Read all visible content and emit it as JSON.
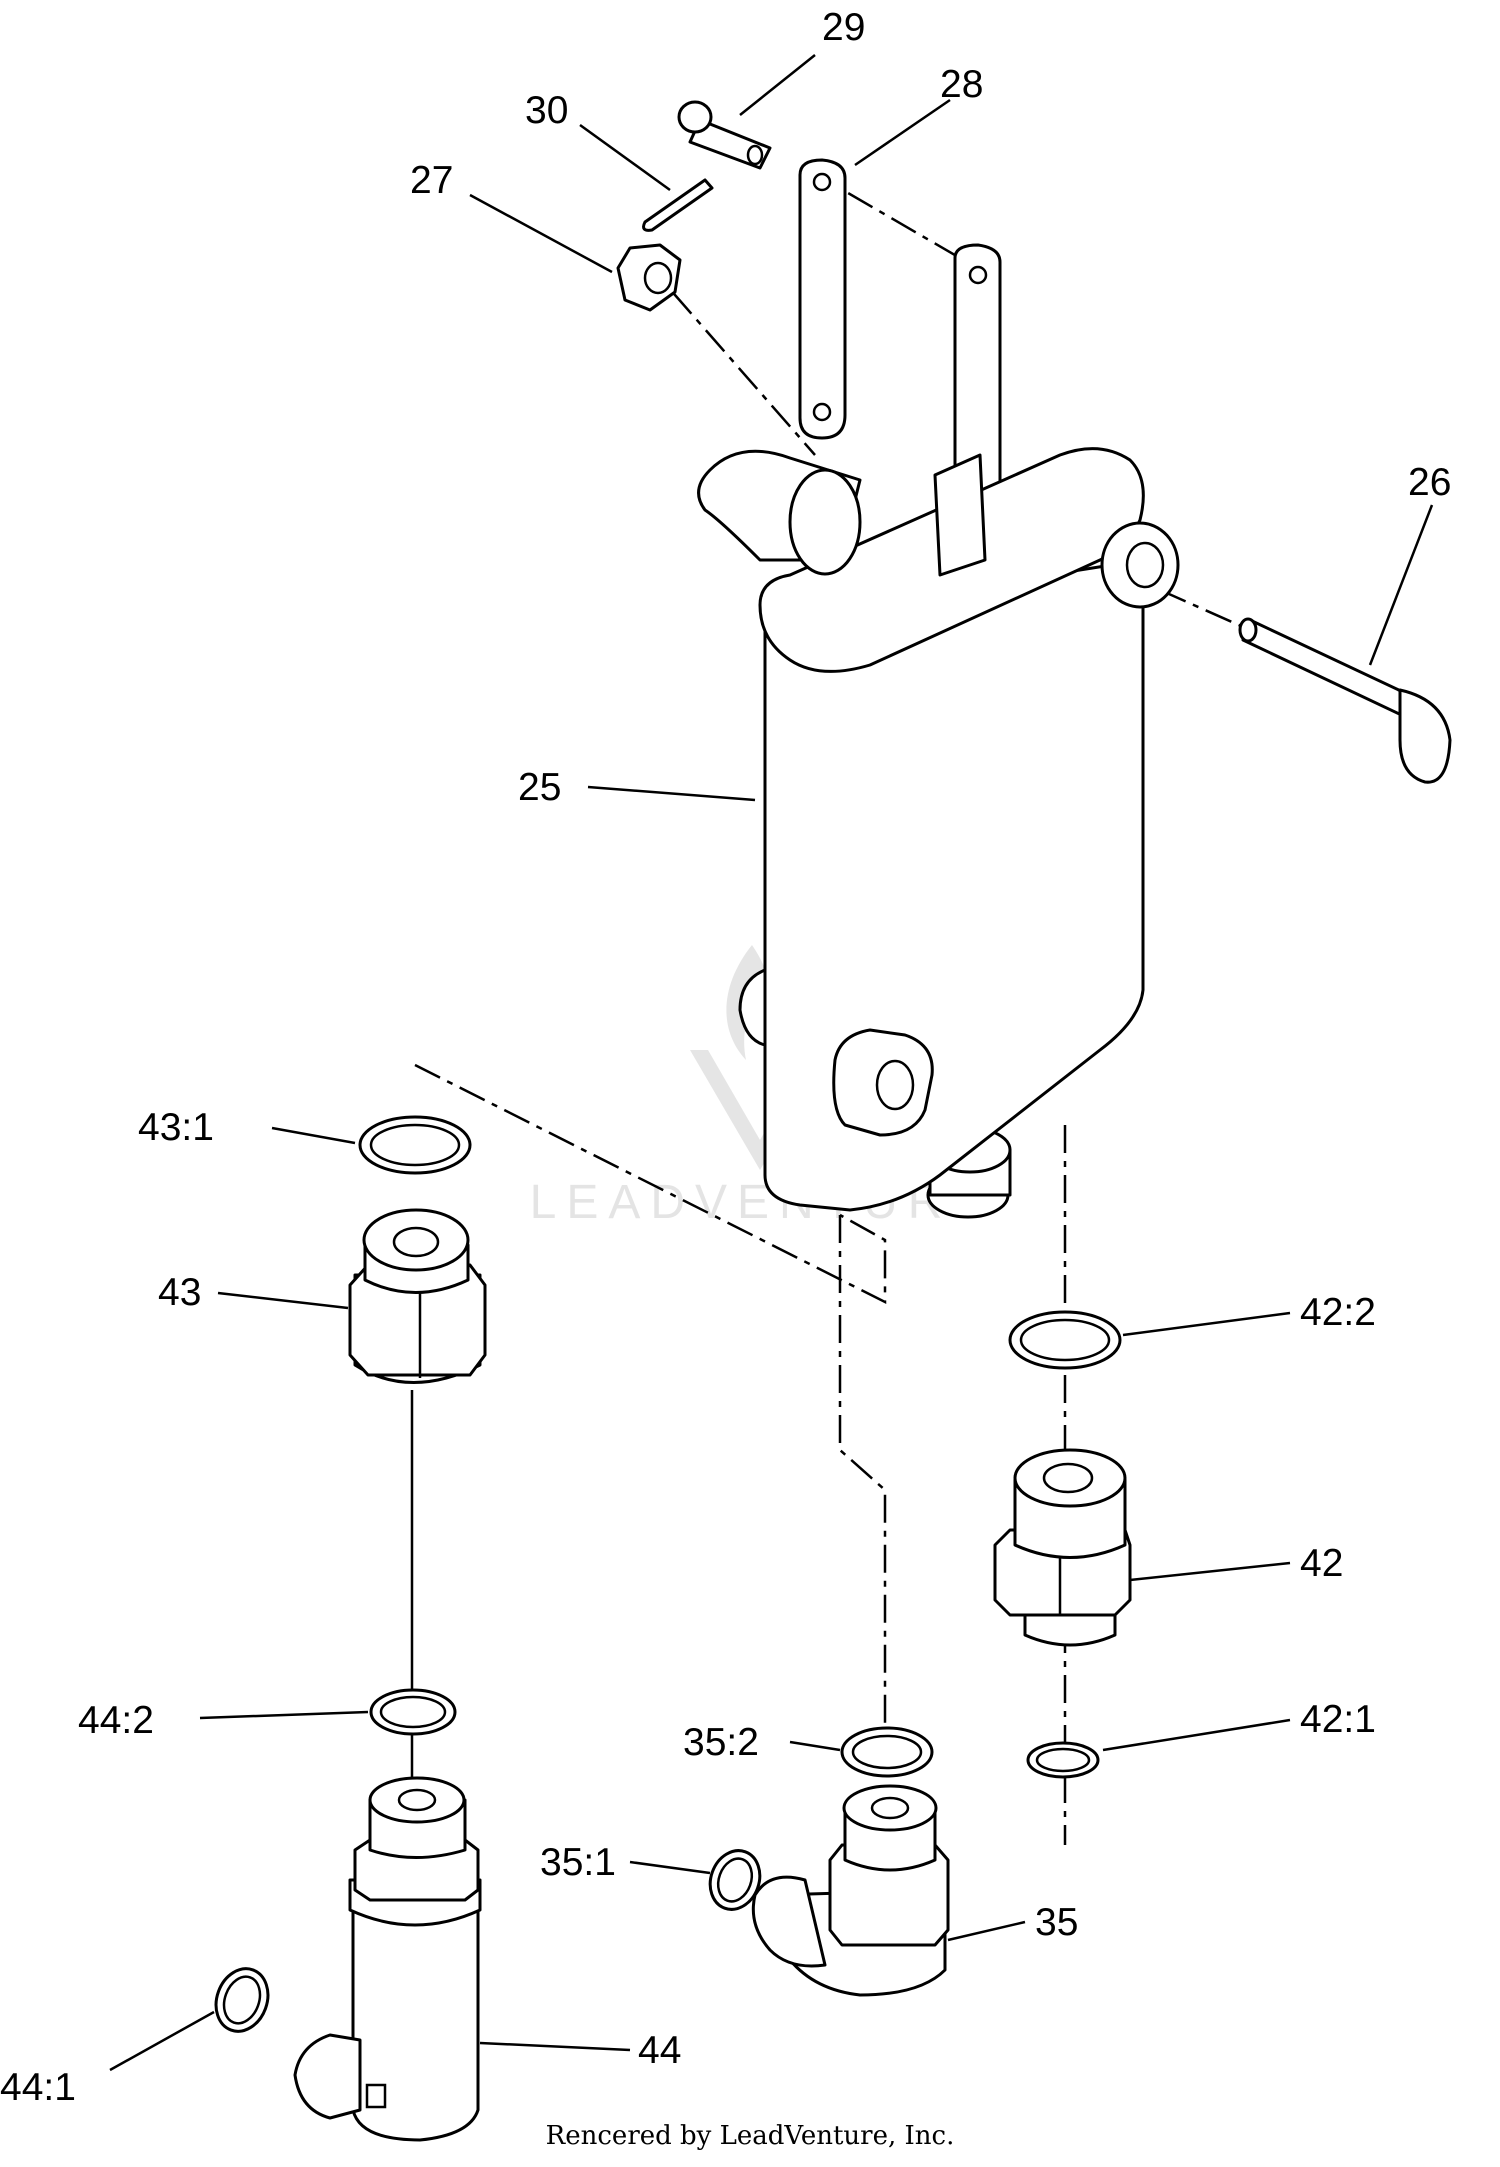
{
  "callouts": {
    "c25": "25",
    "c26": "26",
    "c27": "27",
    "c28": "28",
    "c29": "29",
    "c30": "30",
    "c35": "35",
    "c35_1": "35:1",
    "c35_2": "35:2",
    "c42": "42",
    "c42_1": "42:1",
    "c42_2": "42:2",
    "c43": "43",
    "c43_1": "43:1",
    "c44": "44",
    "c44_1": "44:1",
    "c44_2": "44:2"
  },
  "watermark": "LEADVENTURE",
  "footer": "Rencered by LeadVenture, Inc."
}
